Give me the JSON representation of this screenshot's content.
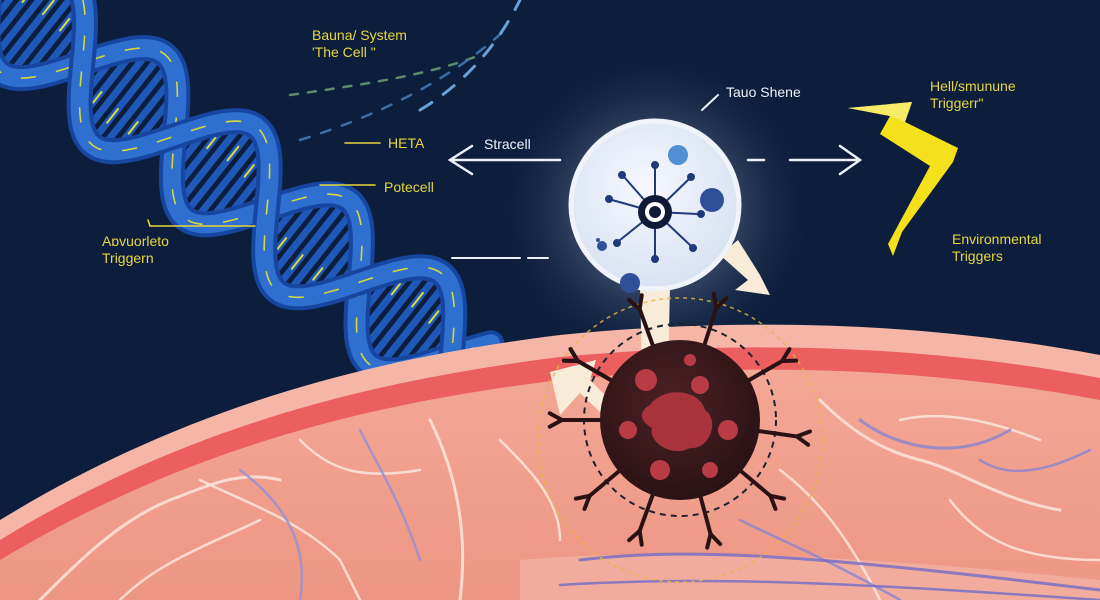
{
  "labels": {
    "immune_system_line1": "Bauna/ System",
    "immune_system_line2": "'The Cell \"",
    "tauo_shene": "Tauo Shene",
    "hell_immune_line1": "Hell/smunune",
    "hell_immune_line2": "Triggerr\"",
    "stracell": "Stracell",
    "heta": "HETA",
    "potecell": "Potecell",
    "adjuvant_line1": "Aɒvuorleto",
    "adjuvant_line2": "Triggern",
    "environmental_line1": "Environmental",
    "environmental_line2": "Triggers"
  },
  "colors": {
    "background": "#0c1e3c",
    "dna_blue": "#2f6fd0",
    "label_yellow": "#e7d63c",
    "lightning_yellow": "#f4e11c",
    "tissue_pink": "#f0a090",
    "tissue_rim": "#ec5f5f",
    "infected_cell": "#3d1c1f",
    "healthy_cell": "#e4ebf6"
  },
  "icons": {
    "lightning": "lightning-bolt-icon",
    "healthy_cell": "healthy-cell-icon",
    "infected_cell": "infected-cell-icon",
    "dna": "dna-helix-icon"
  }
}
